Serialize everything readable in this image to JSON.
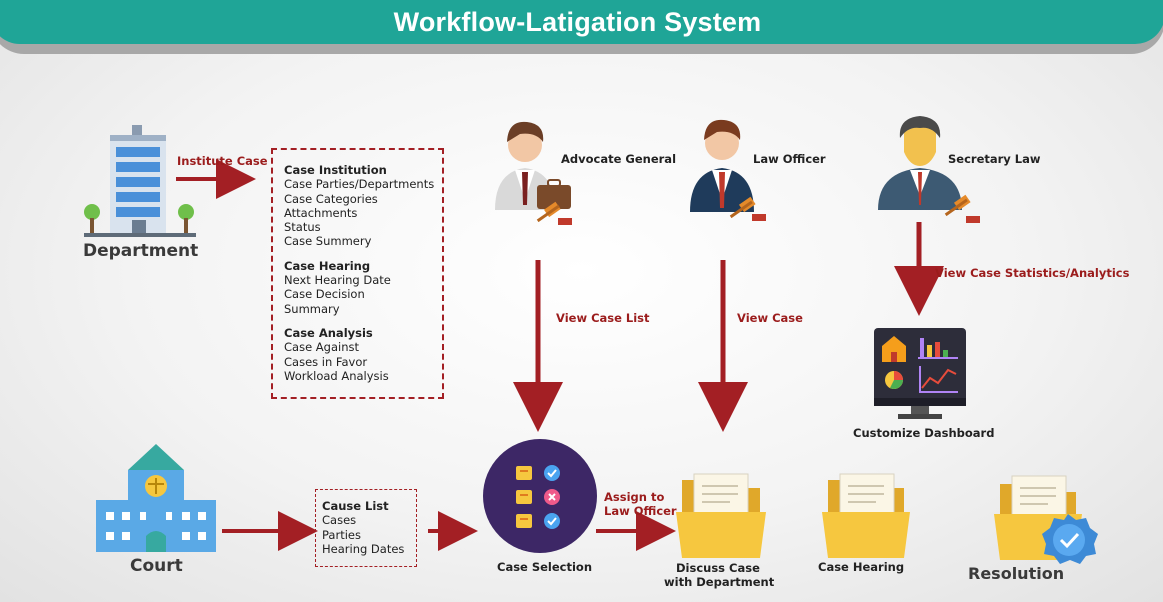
{
  "title": "Workflow-Latigation System",
  "department": {
    "label": "Department",
    "arrow_label": "Institute Case"
  },
  "case_details": {
    "sections": [
      {
        "heading": "Case Institution",
        "items": [
          "Case Parties/Departments",
          "Case Categories",
          "Attachments",
          "Status",
          "Case Summery"
        ]
      },
      {
        "heading": "Case Hearing",
        "items": [
          "Next Hearing Date",
          "Case Decision",
          "Summary"
        ]
      },
      {
        "heading": "Case Analysis",
        "items": [
          "Case Against",
          "Cases in Favor",
          "Workload Analysis"
        ]
      }
    ]
  },
  "roles": {
    "advocate_general": "Advocate General",
    "law_officer": "Law Officer",
    "secretary_law": "Secretary Law"
  },
  "flows": {
    "view_case_list": "View Case List",
    "view_case": "View Case",
    "view_stats": "View Case Statistics/Analytics",
    "assign_line1": "Assign to",
    "assign_line2": "Law Officer"
  },
  "dashboard": {
    "label": "Customize Dashboard"
  },
  "court": {
    "label": "Court",
    "cause_list": {
      "heading": "Cause List",
      "items": [
        "Cases",
        "Parties",
        "Hearing Dates"
      ]
    }
  },
  "stages": {
    "case_selection": "Case Selection",
    "discuss_line1": "Discuss Case",
    "discuss_line2": "with Department",
    "case_hearing": "Case Hearing",
    "resolution": "Resolution"
  },
  "colors": {
    "banner": "#1fa597",
    "arrow": "#a31f24",
    "selection_circle": "#3d2766",
    "folder": "#f6c73f"
  }
}
